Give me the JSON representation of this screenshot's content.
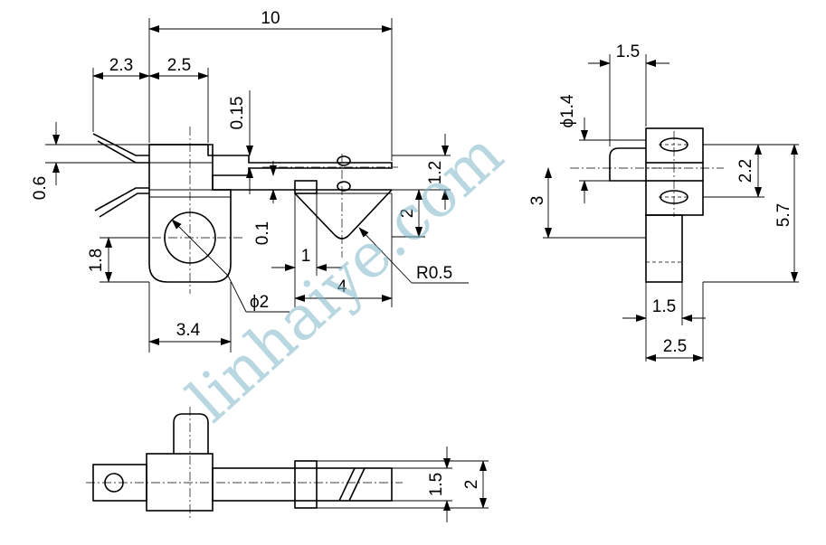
{
  "dimensions": {
    "overall_length": "10",
    "lead_offset": "2.3",
    "body_width": "2.5",
    "thickness": "0.15",
    "lead_gap": "0.6",
    "tab_height": "1.2",
    "contact_height": "2",
    "gap_thickness": "0.1",
    "contact_tab": "1",
    "contact_width": "4",
    "contact_radius": "R0.5",
    "hole_center_height": "1.8",
    "hole_diameter": "ϕ2",
    "hole_center_offset": "3.4",
    "side_pin_width": "1.5",
    "side_slot_diameter": "ϕ1.4",
    "side_slot_spacing": "2.2",
    "side_slot_offset": "3",
    "side_total_height": "5.7",
    "side_leg_width": "1.5",
    "side_body_width": "2.5",
    "bottom_inner": "1.5",
    "bottom_outer": "2"
  },
  "watermark": "linhaiye.com"
}
